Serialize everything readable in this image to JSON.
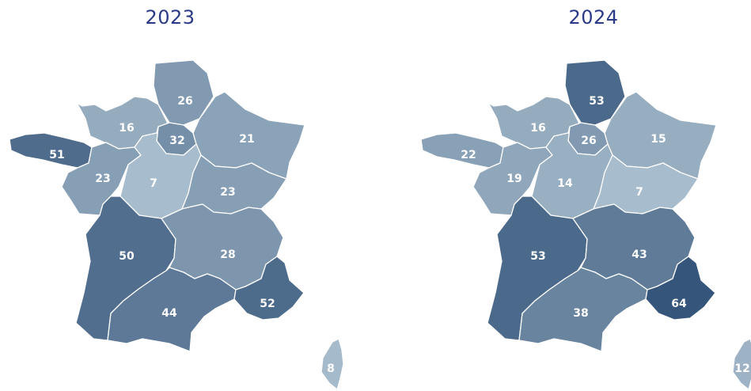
{
  "maps": [
    {
      "id": "2023",
      "title": "2023",
      "values": {
        "normandie": 16,
        "hauts": 26,
        "bretagne": 51,
        "idf": 32,
        "grandest": 21,
        "pdl": 23,
        "cvl": 7,
        "bfc": 23,
        "nouvelle": 50,
        "ara": 28,
        "occitanie": 44,
        "paca": 52,
        "corse": 8
      }
    },
    {
      "id": "2024",
      "title": "2024",
      "values": {
        "normandie": 16,
        "hauts": 53,
        "bretagne": 22,
        "idf": 26,
        "grandest": 15,
        "pdl": 19,
        "cvl": 14,
        "bfc": 7,
        "nouvelle": 53,
        "ara": 43,
        "occitanie": 38,
        "paca": 64,
        "corse": 12
      }
    }
  ],
  "color_scale": {
    "min": 7,
    "max": 64,
    "low_color": "#a7bccc",
    "high_color": "#35557a"
  }
}
